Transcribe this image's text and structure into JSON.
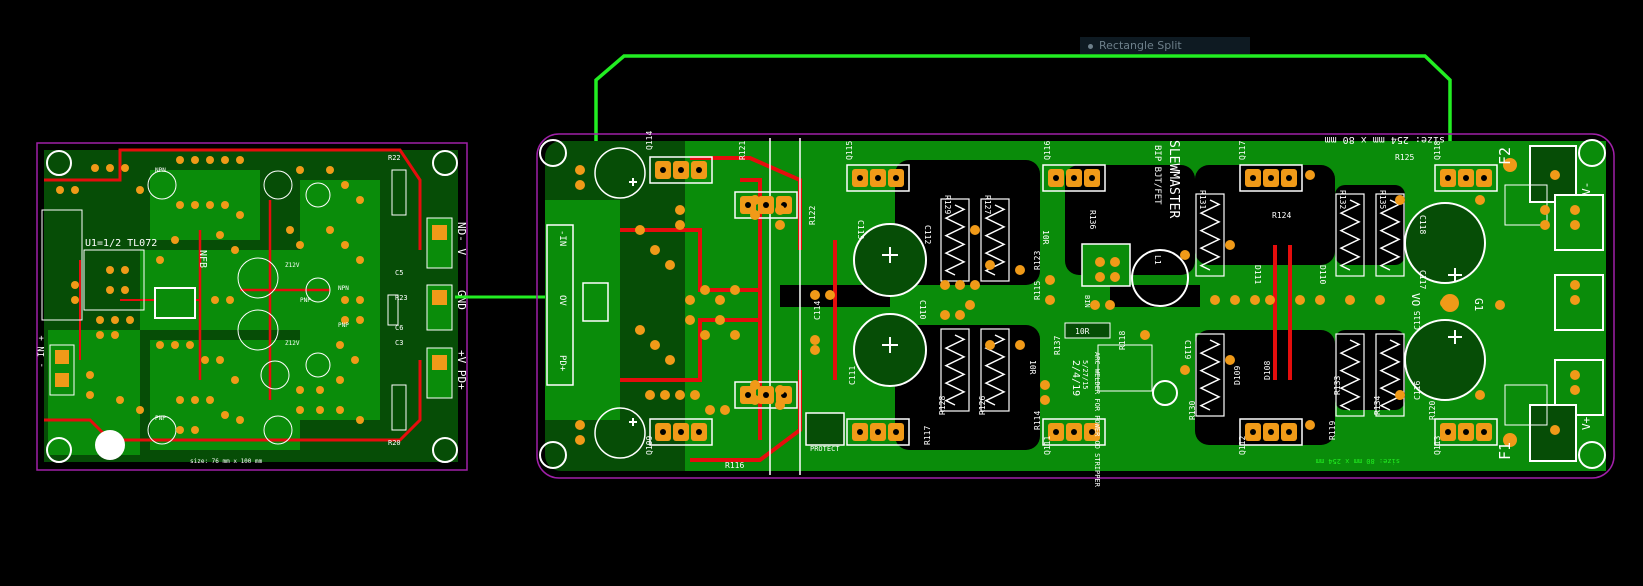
{
  "tooltip": {
    "text": "Rectangle Split"
  },
  "colors": {
    "background": "#000000",
    "copper": "#0a8c0a",
    "trace_red": "#e60d0d",
    "silk": "#f2f2f2",
    "pad": "#f09a18",
    "outline": "#a020a8",
    "wire": "#22ee22"
  },
  "left_board": {
    "labels": {
      "opamp": "U1=1/2 TL072",
      "nfb": "NFB",
      "in": "- IN +",
      "gnd": "GND",
      "v_minus": "ND- V",
      "v_plus": "+V PD+",
      "size": "size: 76 mm x 100 mm",
      "z12v_a": "Z12V",
      "z12v_b": "Z12V",
      "npn1": "NPN",
      "npn2": "NPN",
      "pnp1": "PNP",
      "pnp2": "PNP",
      "pnp3": "PNP",
      "r22": "R22",
      "r20": "R20",
      "r23": "R23",
      "c3": "C3",
      "c5": "C5",
      "c6": "C6"
    }
  },
  "right_board": {
    "labels": {
      "title": "SLEWMASTER",
      "subtitle": "BIP BJT/FET",
      "size_top": "size: 254 mm x 80 mm",
      "size_bottom": "size: 80 mm x 254 mm",
      "date": "2/4/19",
      "designer": "ARC WELDER\nFOR POWER\nOD STRIPPER",
      "rev": "5/27/15",
      "protect": "PROTECT",
      "f1": "F1",
      "f2": "F2",
      "v_plus": "V+",
      "v_minus": "V-",
      "g_terminal": "G1",
      "vo": "VO",
      "in_minus": "-IN",
      "ov": "OV",
      "pd_plus": "PD+",
      "l1": "L1",
      "bin": "BIN",
      "r10a": "10R",
      "r10b": "10R",
      "r10c": "10R",
      "q114": "Q114",
      "q115": "Q115",
      "q116": "Q116",
      "q117": "Q117",
      "q118": "Q118",
      "q109": "Q109",
      "q111": "Q111",
      "q112": "Q112",
      "q113": "Q113",
      "r121": "R121",
      "r122": "R122",
      "r123": "R123",
      "r124": "R124",
      "r125": "R125",
      "r126": "R126",
      "r127": "R127",
      "r128": "R128",
      "r129": "R129",
      "r130": "R130",
      "r131": "R131",
      "r132": "R132",
      "r133": "R133",
      "r134": "R134",
      "r135": "R135",
      "r136": "R136",
      "r137": "R137",
      "r114": "R114",
      "r115": "R115",
      "r116": "R116",
      "r117": "R117",
      "r118": "R118",
      "r119": "R119",
      "r120": "R120",
      "c110": "C110",
      "c111": "C111",
      "c112": "C112",
      "c113": "C113",
      "c114": "C114",
      "c115": "C115",
      "c116": "C116",
      "c117": "C117",
      "c118": "C118",
      "c119": "C119",
      "d108": "D108",
      "d109": "D109",
      "d110": "D110",
      "d111": "D111"
    }
  }
}
